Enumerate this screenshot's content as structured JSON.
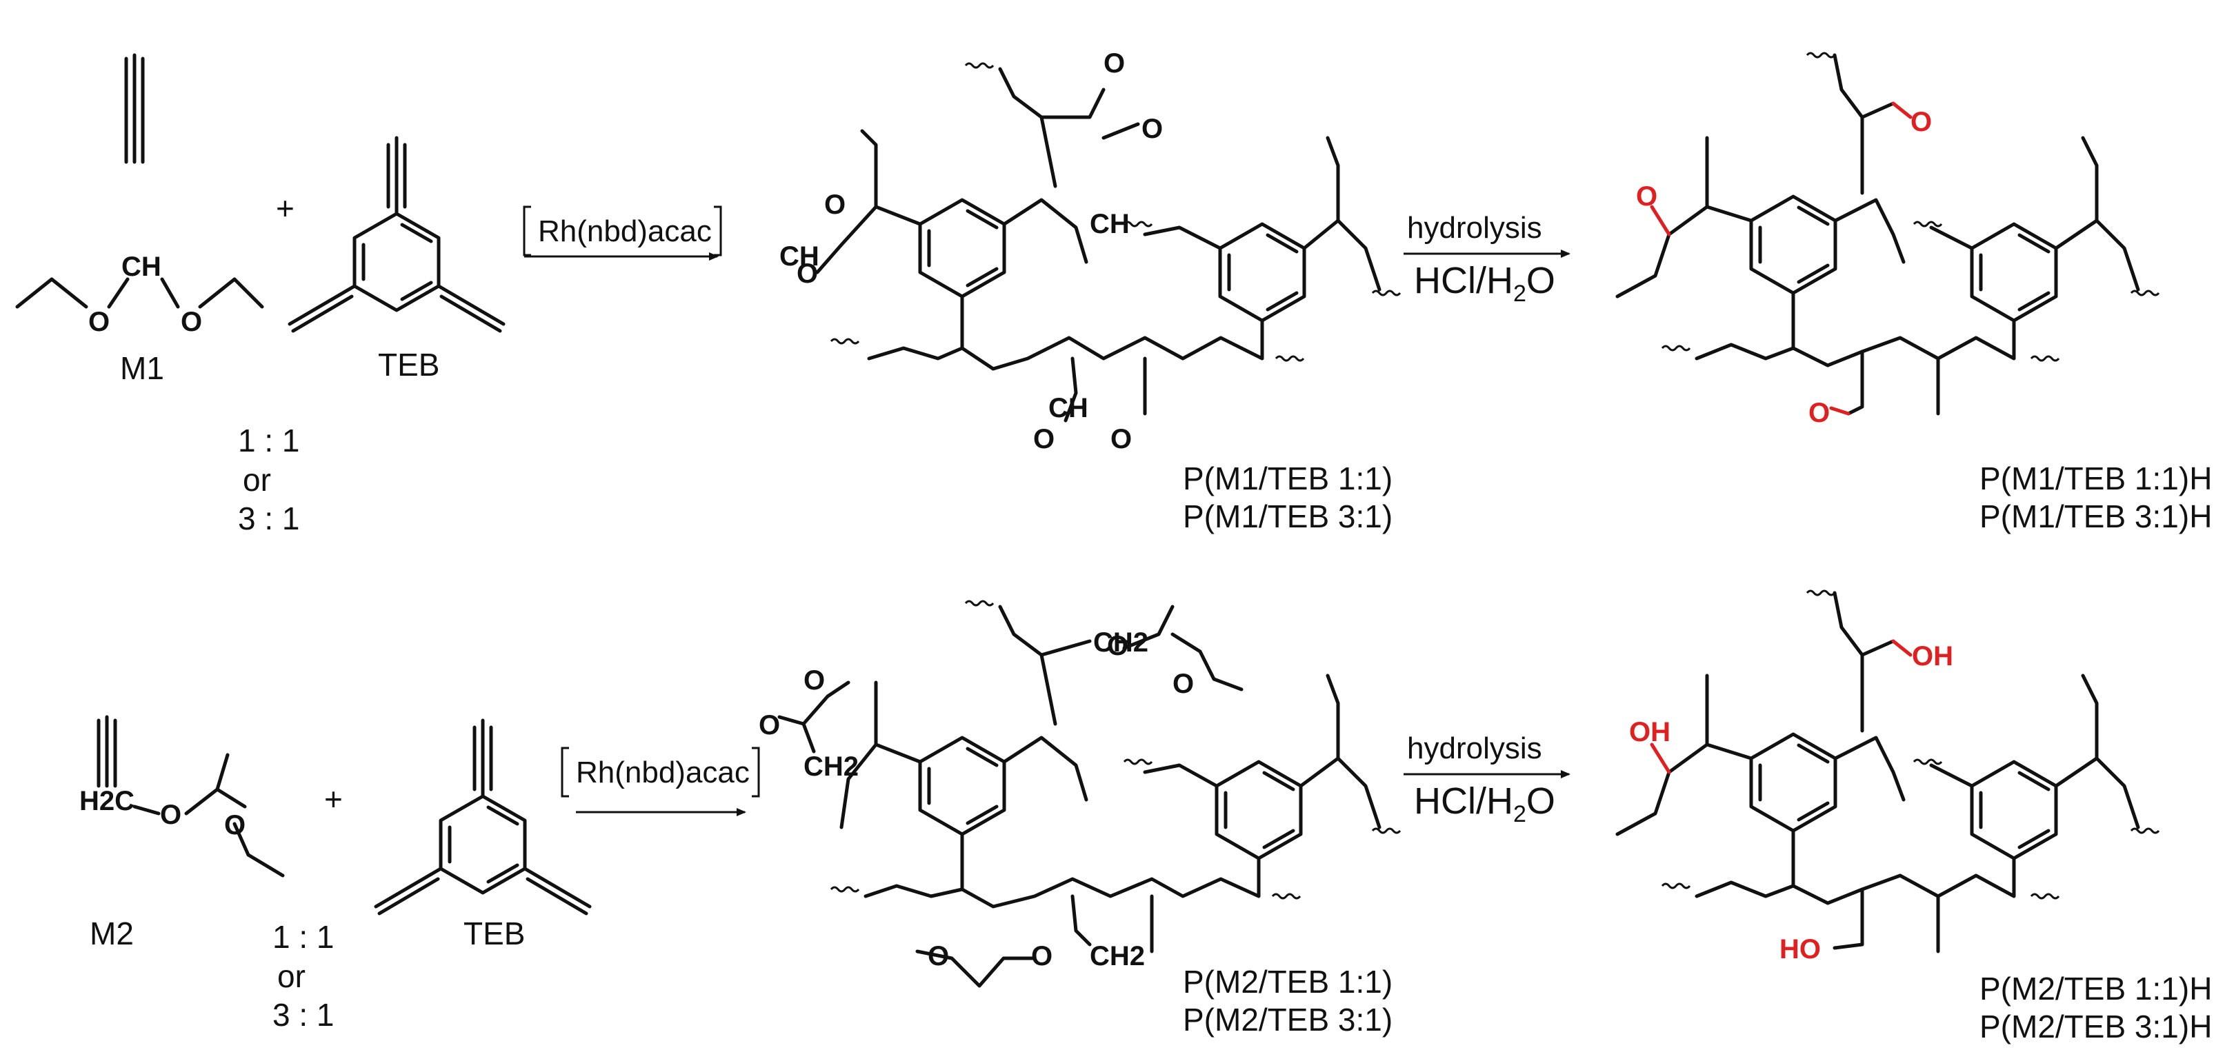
{
  "rows": [
    {
      "monomer": "M1",
      "monomer_center_atom": "CH",
      "plus": "+",
      "crosslinker": "TEB",
      "ratio_1": "1 : 1",
      "ratio_or": "or",
      "ratio_2": "3 : 1",
      "catalyst": "Rh(nbd)acac",
      "product_1": "P(M1/TEB 1:1)",
      "product_2": "P(M1/TEB 3:1)",
      "hydrolysis_label": "hydrolysis",
      "hydrolysis_reagent": "HCl/H",
      "hydrolysis_sub": "2",
      "hydrolysis_tail": "O",
      "hydrolyzed_1": "P(M1/TEB 1:1)H",
      "hydrolyzed_2": "P(M1/TEB 3:1)H",
      "side_atom": "CH",
      "red_group": "O"
    },
    {
      "monomer": "M2",
      "monomer_center_atom": "H2C",
      "plus": "+",
      "crosslinker": "TEB",
      "ratio_1": "1 : 1",
      "ratio_or": "or",
      "ratio_2": "3 : 1",
      "catalyst": "Rh(nbd)acac",
      "product_1": "P(M2/TEB 1:1)",
      "product_2": "P(M2/TEB 3:1)",
      "hydrolysis_label": "hydrolysis",
      "hydrolysis_reagent": "HCl/H",
      "hydrolysis_sub": "2",
      "hydrolysis_tail": "O",
      "hydrolyzed_1": "P(M2/TEB 1:1)H",
      "hydrolyzed_2": "P(M2/TEB 3:1)H",
      "side_atom": "CH2",
      "red_group": "OH",
      "red_group_alt": "HO"
    }
  ],
  "atoms": {
    "oxygen": "O"
  },
  "colors": {
    "ink": "#111111",
    "highlight": "#e02020",
    "background": "#ffffff"
  }
}
